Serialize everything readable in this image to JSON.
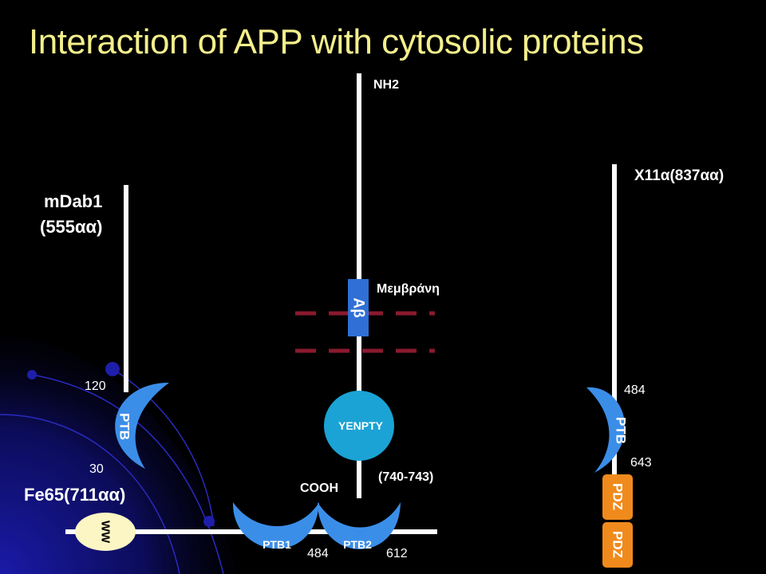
{
  "title": "Interaction of APP with cytosolic proteins",
  "colors": {
    "title": "#f3ef8b",
    "background": "#000000",
    "accent_gradient": "#1a1aa8",
    "domain_blue": "#3b8ee8",
    "abeta_blue": "#2f6fd6",
    "yenpty_teal": "#1aa3d4",
    "membrane_dash": "#8a1a2e",
    "pdz_orange": "#f08a1c",
    "ww_fill": "#fbf6c4"
  },
  "app": {
    "nh2": "NH2",
    "membrane_label": "Μεμβράνη",
    "abeta": "Aβ",
    "yenpty": "YENPTY",
    "range": "(740-743)",
    "cooh": "COOH"
  },
  "mdab1": {
    "name_line1": "mDab1",
    "name_line2": "(555αα)",
    "pos_120": "120",
    "domain": "PTB"
  },
  "fe65": {
    "pos_30": "30",
    "name": "Fe65(711αα)",
    "ww": "WW",
    "ptb1": "PTB1",
    "ptb2": "PTB2",
    "pos_484": "484",
    "pos_612": "612"
  },
  "x11": {
    "name": "X11α(837αα)",
    "pos_484": "484",
    "pos_643": "643",
    "ptb": "PTB",
    "pdz1": "PDZ",
    "pdz2": "PDZ"
  }
}
